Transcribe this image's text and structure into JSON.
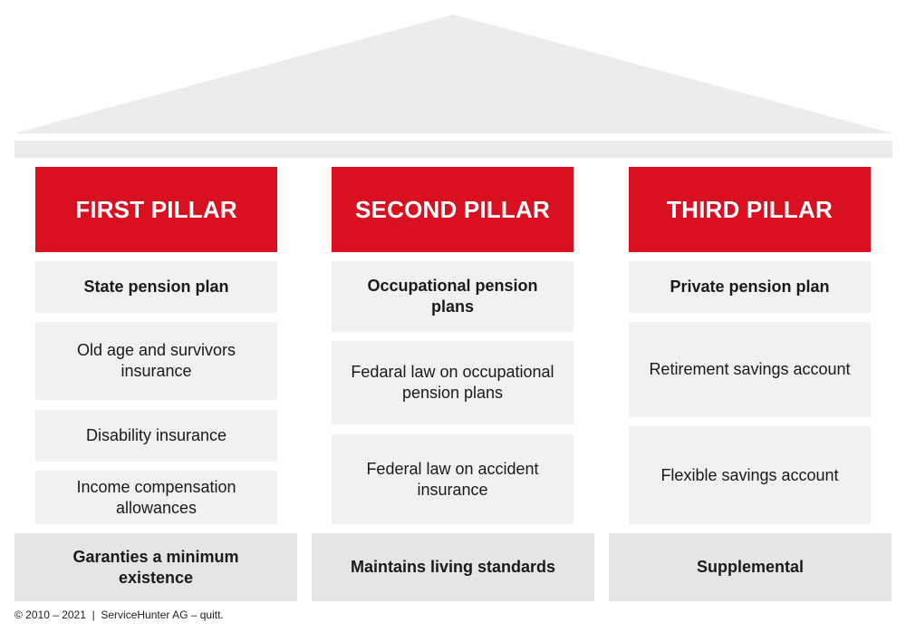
{
  "colors": {
    "pillar_head": "#d9101f",
    "cell_bg": "#f1f1f1",
    "base_bg": "#e5e5e5",
    "roof": "#ececec"
  },
  "pillars": [
    {
      "title": "FIRST PILLAR",
      "rows": [
        "State pension plan",
        "Old age and survivors insurance",
        "Disability insurance",
        "Income compensation allowances"
      ],
      "base": "Garanties a minimum existence"
    },
    {
      "title": "SECOND PILLAR",
      "rows": [
        "Occupational pension plans",
        "Fedaral law on occupational pension plans",
        "Federal law on accident insurance"
      ],
      "base": "Maintains living standards"
    },
    {
      "title": "THIRD PILLAR",
      "rows": [
        "Private pension plan",
        "Retirement savings account",
        "Flexible savings account"
      ],
      "base": "Supplemental"
    }
  ],
  "footer": "© 2010 – 2021  |  ServiceHunter AG – quitt."
}
